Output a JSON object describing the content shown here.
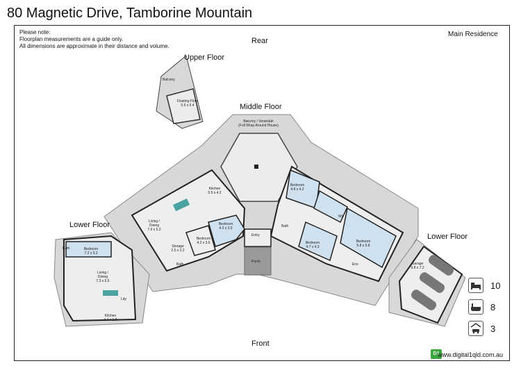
{
  "title": "80 Magnetic Drive, Tamborine Mountain",
  "note": {
    "line1": "Please note:",
    "line2": "Floorplan measurements are a guide only.",
    "line3": "All dimensions are approximate in their distance and volume."
  },
  "labels": {
    "main_residence": "Main Residence",
    "rear": "Rear",
    "front": "Front",
    "upper_floor": "Upper Floor",
    "middle_floor": "Middle Floor",
    "lower_floor_left": "Lower Floor",
    "lower_floor_right": "Lower Floor"
  },
  "rooms": {
    "balcony_upper": "Balcony",
    "floating_floor": "Floating Floor",
    "floating_floor_dim": "5.6 x 5.4",
    "balcony_verandah": "Balcony / Verandah",
    "balcony_verandah_sub": "(Full Wrap Around House)",
    "kitchen_mid": "Kitchen",
    "kitchen_mid_dim": "5.5 x 4.2",
    "living_mid": "Living / Dining",
    "living_mid_dim": "7.6 x 5.2",
    "storage": "Storage",
    "storage_dim": "2.5 x 2.2",
    "bed_a": "Bedroom",
    "bed_a_dim": "4.2 x 3.5",
    "bed_b": "Bedroom",
    "bed_b_dim": "4.2 x 3.0",
    "bath_mid": "Bath",
    "entry": "Entry",
    "porch": "Porch",
    "bed_c": "Bedroom",
    "bed_c_dim": "4.8 x 4.2",
    "wir": "Wir",
    "bed_d": "Bedroom",
    "bed_d_dim": "5.8 x 5.8",
    "bath_right": "Bath",
    "bed_e": "Bedroom",
    "bed_e_dim": "4.7 x 4.3",
    "ens": "Ens",
    "bath_lower": "Bath",
    "bed_lower": "Bedroom",
    "bed_lower_dim": "7.2 x 3.2",
    "living_lower": "Living / Dining",
    "living_lower_dim": "7.3 x 6.5",
    "ldy": "Ldy",
    "kitchen_lower": "Kitchen",
    "kitchen_lower_dim": "4.4 x 1.8",
    "garage": "Garage",
    "garage_dim": "9.8 x 7.2"
  },
  "stats": {
    "bedrooms": "10",
    "bathrooms": "8",
    "car_spaces": "3"
  },
  "icons": [
    "bed-icon",
    "bath-icon",
    "car-icon"
  ],
  "website": "www.digital1qld.com.au",
  "logo_text": "D1",
  "colors": {
    "room_blue": "#cfe0ee",
    "floor_grey": "#d8d8d8",
    "porch": "#9a9a9a",
    "logo_green": "#3aa83f"
  }
}
